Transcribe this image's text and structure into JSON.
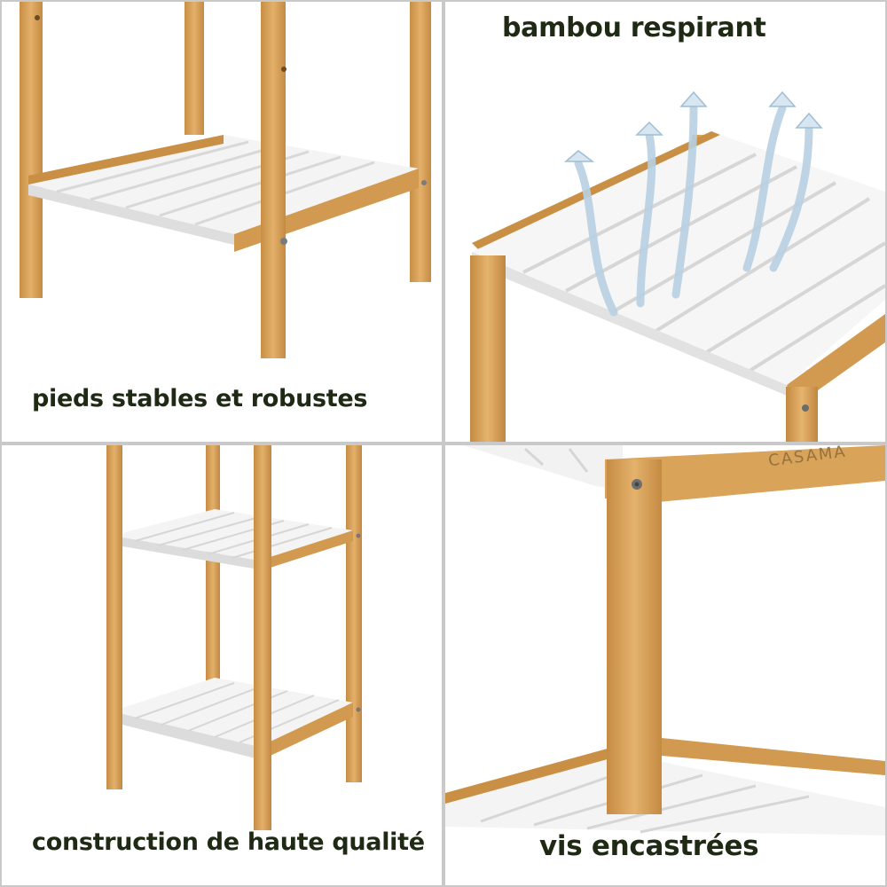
{
  "panels": [
    {
      "caption": "pieds stables et robustes"
    },
    {
      "caption": "bambou respirant"
    },
    {
      "caption": "construction de haute qualité"
    },
    {
      "caption": "vis encastrées",
      "brand_mark": "CASAMA"
    }
  ],
  "colors": {
    "bamboo": "#d9a35a",
    "bamboo_dark": "#b98238",
    "slat": "#f7f7f7",
    "slat_shade": "#dcdcdc",
    "caption": "#1f2a14",
    "divider": "#c9c9c9",
    "airflow": "#a9c6dc"
  }
}
